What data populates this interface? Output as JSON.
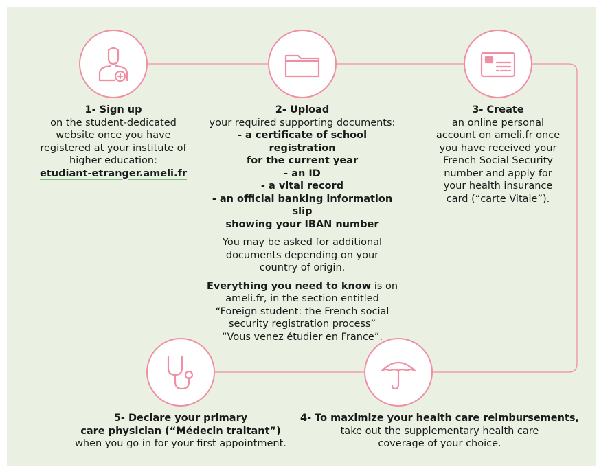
{
  "colors": {
    "background": "#eaf1e2",
    "accent": "#ef8fa3"
  },
  "steps": [
    {
      "icon": "doctor-icon",
      "title": "1- Sign up",
      "lines": [
        "on the student-dedicated",
        "website once you have",
        "registered at your institute of",
        "higher education:"
      ],
      "link": "etudiant-etranger.ameli.fr"
    },
    {
      "icon": "folder-icon",
      "title": "2- Upload",
      "intro": "your required supporting documents:",
      "bold_lines": [
        "- a certificate of school registration",
        "for the current year",
        "- an ID",
        "- a vital record",
        "- an official banking information slip",
        "showing your IBAN number"
      ],
      "note_lines": [
        "You may be asked for additional",
        "documents depending on your",
        "country of origin."
      ],
      "info_bold": "Everything you need to know",
      "info_rest": " is on",
      "info_lines": [
        "ameli.fr, in the section entitled",
        "“Foreign student: the French social",
        "security registration process”",
        "“Vous venez étudier en France”."
      ]
    },
    {
      "icon": "card-icon",
      "title": "3- Create",
      "lines": [
        "an online personal",
        "account on ameli.fr once",
        "you have received your",
        "French Social Security",
        "number and apply for",
        "your health insurance",
        "card (“carte Vitale”)."
      ]
    },
    {
      "icon": "umbrella-icon",
      "title": "4- To maximize your health care reimbursements,",
      "lines": [
        "take out the supplementary health care",
        "coverage of your choice."
      ]
    },
    {
      "icon": "stethoscope-icon",
      "title_lines": [
        "5- Declare your primary",
        "care physician (“Médecin traitant”)"
      ],
      "lines": [
        "when you go in for your first appointment."
      ]
    }
  ]
}
